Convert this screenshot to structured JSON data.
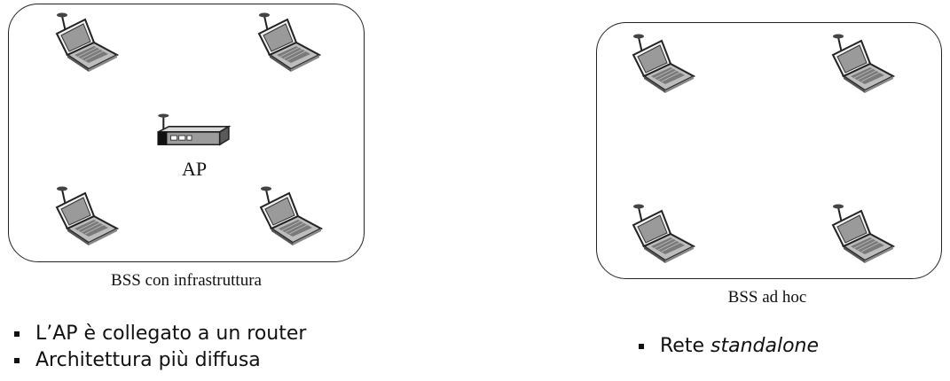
{
  "left_diagram": {
    "caption": "BSS con infrastruttura",
    "ap_label": "AP",
    "icons": [
      "laptop-icon",
      "laptop-icon",
      "laptop-icon",
      "laptop-icon",
      "access-point-icon"
    ]
  },
  "right_diagram": {
    "caption": "BSS ad hoc",
    "icons": [
      "laptop-icon",
      "laptop-icon",
      "laptop-icon",
      "laptop-icon"
    ]
  },
  "left_bullets": [
    "L’AP è collegato a un router",
    "Architettura più diffusa"
  ],
  "right_bullets": {
    "prefix": "Rete ",
    "emphasis": "standalone"
  }
}
